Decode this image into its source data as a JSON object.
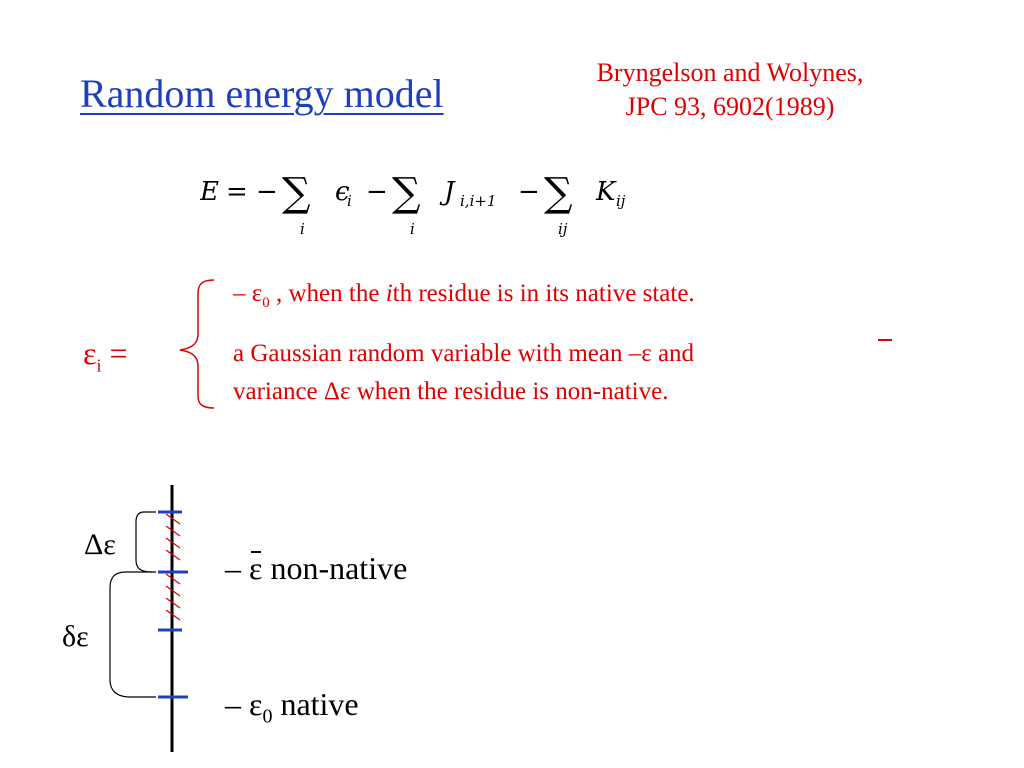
{
  "title": "Random energy model",
  "reference": {
    "line1": "Bryngelson and Wolynes,",
    "line2": "JPC 93, 6902(1989)"
  },
  "formula": {
    "lhs": "E",
    "eq": "=",
    "minus": "−",
    "sum": "∑",
    "term1": "ϵ",
    "term1_sub": "i",
    "sum1_index": "i",
    "term2": "J",
    "term2_sub": "i,i+1",
    "sum2_index": "i",
    "term3": "K",
    "term3_sub": "ij",
    "sum3_index": "ij"
  },
  "definition": {
    "lhs_symbol": "ε",
    "lhs_sub": "i",
    "lhs_eq": "=",
    "case1_prefix": "– ε",
    "case1_sub": "0",
    "case1_mid": " , when the ",
    "case1_italic": "i",
    "case1_rest": "th residue is in its native state.",
    "case2_line1": "a Gaussian random variable with mean –ε and",
    "case2_line2": "variance Δε when the residue is non-native."
  },
  "diagram": {
    "delta_label": "Δε",
    "small_delta_label": "δε",
    "nonnative_dash": "– ",
    "nonnative_eps": "ε",
    "nonnative_text": " non-native",
    "native_prefix": "– ε",
    "native_sub": "0",
    "native_text": " native"
  },
  "colors": {
    "title": "#1f3fbf",
    "red_text": "#e00000",
    "blue_ticks": "#2040c0"
  }
}
